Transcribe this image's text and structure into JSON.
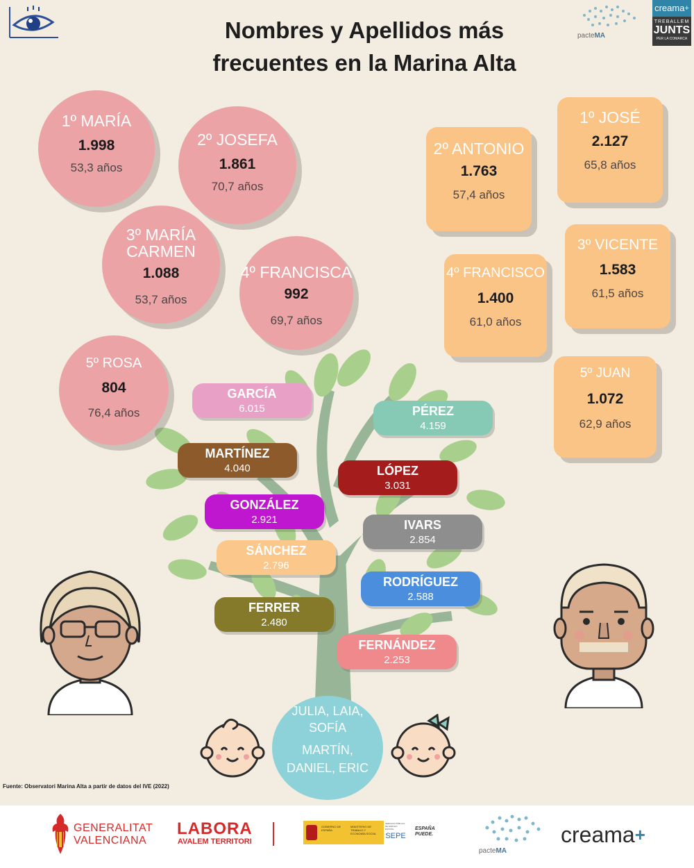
{
  "title_line1": "Nombres y Apellidos más",
  "title_line2": "frecuentes en la Marina Alta",
  "header_logos": {
    "pacte": "pacte",
    "pacte_ma": "MA",
    "creama": "creama",
    "creama_plus": "+",
    "treballem": "TREBALLEM",
    "junts": "JUNTS",
    "per_la_comarca": "PER LA COMARCA"
  },
  "female_names": [
    {
      "name": "1º MARÍA",
      "count": "1.998",
      "age": "53,3 años"
    },
    {
      "name": "2º JOSEFA",
      "count": "1.861",
      "age": "70,7 años"
    },
    {
      "name": "3º MARÍA CARMEN",
      "name_l1": "3º MARÍA",
      "name_l2": "CARMEN",
      "count": "1.088",
      "age": "53,7 años"
    },
    {
      "name": "4º FRANCISCA",
      "count": "992",
      "age": "69,7 años"
    },
    {
      "name": "5º ROSA",
      "count": "804",
      "age": "76,4 años"
    }
  ],
  "male_names": [
    {
      "name": "1º JOSÉ",
      "count": "2.127",
      "age": "65,8 años"
    },
    {
      "name": "2º ANTONIO",
      "count": "1.763",
      "age": "57,4 años"
    },
    {
      "name": "3º VICENTE",
      "count": "1.583",
      "age": "61,5 años"
    },
    {
      "name": "4º FRANCISCO",
      "count": "1.400",
      "age": "61,0 años"
    },
    {
      "name": "5º JUAN",
      "count": "1.072",
      "age": "62,9 años"
    }
  ],
  "surnames": [
    {
      "name": "GARCÍA",
      "count": "6.015",
      "color": "#e9a0c7"
    },
    {
      "name": "PÉREZ",
      "count": "4.159",
      "color": "#86cab5"
    },
    {
      "name": "MARTÍNEZ",
      "count": "4.040",
      "color": "#8c5a2b"
    },
    {
      "name": "LÓPEZ",
      "count": "3.031",
      "color": "#a51c1c"
    },
    {
      "name": "GONZÁLEZ",
      "count": "2.921",
      "color": "#bf17cf"
    },
    {
      "name": "IVARS",
      "count": "2.854",
      "color": "#8e8e8e"
    },
    {
      "name": "SÁNCHEZ",
      "count": "2.796",
      "color": "#fbc78b"
    },
    {
      "name": "RODRÍGUEZ",
      "count": "2.588",
      "color": "#4b8ede"
    },
    {
      "name": "FERRER",
      "count": "2.480",
      "color": "#857a2a"
    },
    {
      "name": "FERNÁNDEZ",
      "count": "2.253",
      "color": "#f0898c"
    }
  ],
  "baby_names": {
    "girls_l1": "JULIA, LAIA,",
    "girls_l2": "SOFÍA",
    "boys_l1": "MARTÍN,",
    "boys_l2": "DANIEL, ERIC"
  },
  "source": "Fuente: Observatori Marina Alta a partir de datos del IVE (2022)",
  "footer": {
    "gv_l1": "GENERALITAT",
    "gv_l2": "VALENCIANA",
    "labora": "LABORA",
    "labora_sub": "AVALEM TERRITORI",
    "gob1": "GOBIERNO DE ESPAÑA",
    "gob2": "MINISTERIO DE TRABAJO Y ECONOMÍA SOCIAL",
    "sepe_top": "SERVICIO PÚBLICO DE EMPLEO ESTATAL",
    "sepe": "SEPE",
    "espana_puede": "ESPAÑA PUEDE.",
    "pacte": "pacte",
    "pacte_ma": "MA",
    "creama": "creama",
    "creama_plus": "+"
  },
  "colors": {
    "background": "#f3ece1",
    "female_circle": "#eba3a6",
    "male_card": "#fbc487",
    "tree_leaf": "#a9cf8c",
    "tree_trunk": "#98b697",
    "baby_circle": "#8dd2d9"
  },
  "icons": [
    "eye-logo-icon",
    "grandmother-icon",
    "grandfather-icon",
    "baby-boy-icon",
    "baby-girl-icon",
    "tree-icon",
    "gv-bat-icon",
    "spain-shield-icon"
  ]
}
